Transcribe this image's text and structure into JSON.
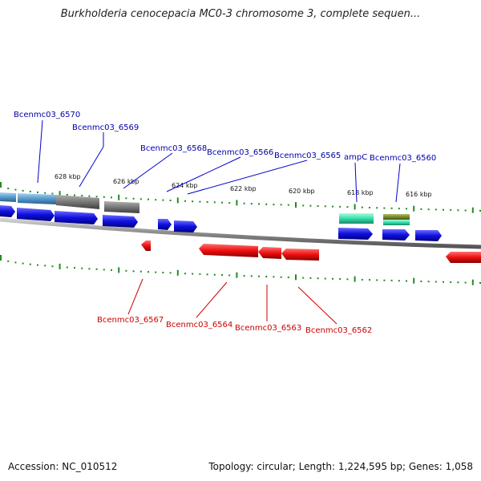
{
  "title": "Burkholderia cenocepacia MC0-3 chromosome 3, complete sequen...",
  "footer": {
    "accession": "Accession: NC_010512",
    "summary": "Topology: circular; Length: 1,224,595 bp; Genes: 1,058"
  },
  "scale_labels": [
    "628 kbp",
    "626 kbp",
    "624 kbp",
    "622 kbp",
    "620 kbp",
    "618 kbp",
    "616 kbp"
  ],
  "top_gene_labels": [
    "Bcenmc03_6570",
    "Bcenmc03_6569",
    "Bcenmc03_6568",
    "Bcenmc03_6566",
    "Bcenmc03_6565",
    "ampC",
    "Bcenmc03_6560"
  ],
  "bottom_gene_labels": [
    "Bcenmc03_6567",
    "Bcenmc03_6564",
    "Bcenmc03_6563",
    "Bcenmc03_6562"
  ],
  "colors": {
    "forward_gene": "#1010e0",
    "reverse_gene": "#ee1010",
    "label_forward": "#0000aa",
    "label_reverse": "#cc0000",
    "tick": "#228b22",
    "backbone": "#888888",
    "rna": "#888888",
    "highlight_teal": "#33ddaa",
    "highlight_olive": "#7a8a2a",
    "highlight_lightblue": "#5599cc"
  }
}
